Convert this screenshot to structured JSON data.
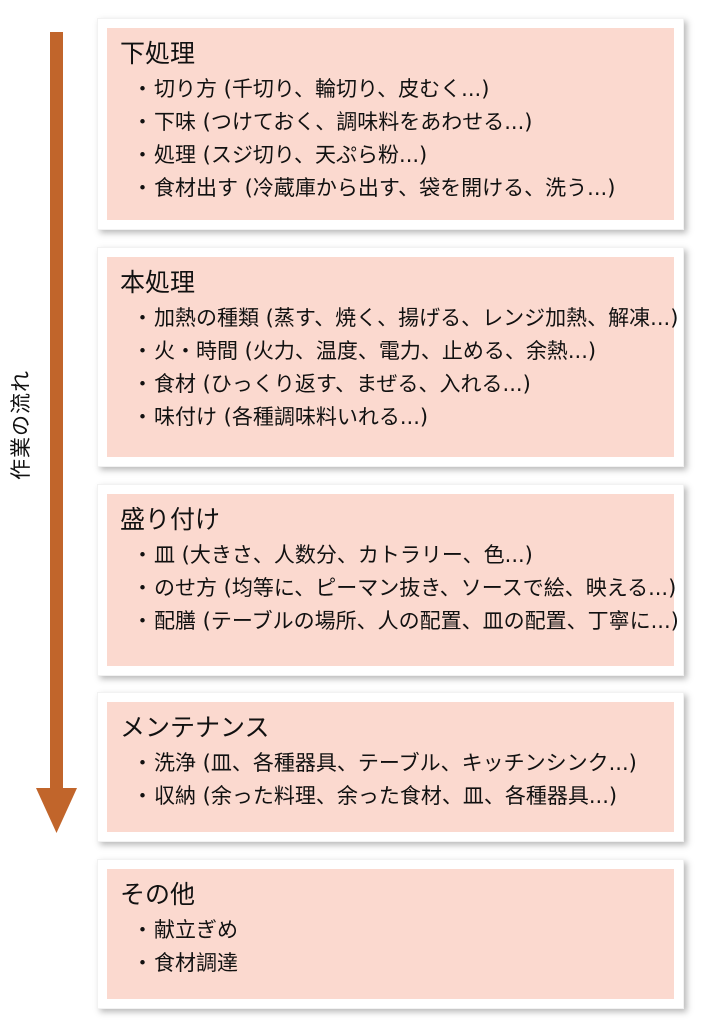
{
  "diagram": {
    "title": "作業の流れ",
    "colors": {
      "arrow": "#c1652b",
      "box_fill": "#fbd9cf",
      "box_border": "#ffffff",
      "text": "#111111",
      "background": "#ffffff"
    },
    "arrow": {
      "label": "作業の流れ",
      "direction": "down"
    },
    "boxes": [
      {
        "title": "下処理",
        "items": [
          "切り方 (千切り、輪切り、皮むく...)",
          "下味 (つけておく、調味料をあわせる...)",
          "処理 (スジ切り、天ぷら粉...)",
          "食材出す (冷蔵庫から出す、袋を開ける、洗う...)"
        ]
      },
      {
        "title": "本処理",
        "items": [
          "加熱の種類 (蒸す、焼く、揚げる、レンジ加熱、解凍...)",
          "火・時間 (火力、温度、電力、止める、余熱...)",
          "食材 (ひっくり返す、まぜる、入れる...)",
          "味付け (各種調味料いれる...)"
        ]
      },
      {
        "title": "盛り付け",
        "items": [
          "皿 (大きさ、人数分、カトラリー、色...)",
          "のせ方 (均等に、ピーマン抜き、ソースで絵、映える...)",
          "配膳 (テーブルの場所、人の配置、皿の配置、丁寧に...)"
        ]
      },
      {
        "title": "メンテナンス",
        "items": [
          "洗浄 (皿、各種器具、テーブル、キッチンシンク...)",
          "収納 (余った料理、余った食材、皿、各種器具...)"
        ]
      },
      {
        "title": "その他",
        "items": [
          "献立ぎめ",
          "食材調達"
        ]
      }
    ]
  }
}
